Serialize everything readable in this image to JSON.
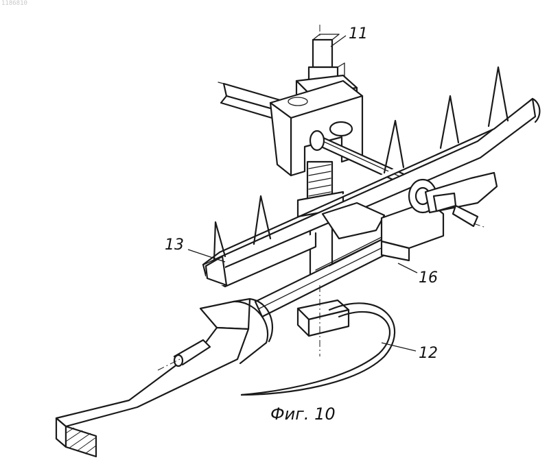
{
  "document_id": "1186810",
  "labels": {
    "part_11": "11",
    "part_12": "12",
    "part_13": "13",
    "part_16": "16"
  },
  "caption": "Фиг. 10"
}
